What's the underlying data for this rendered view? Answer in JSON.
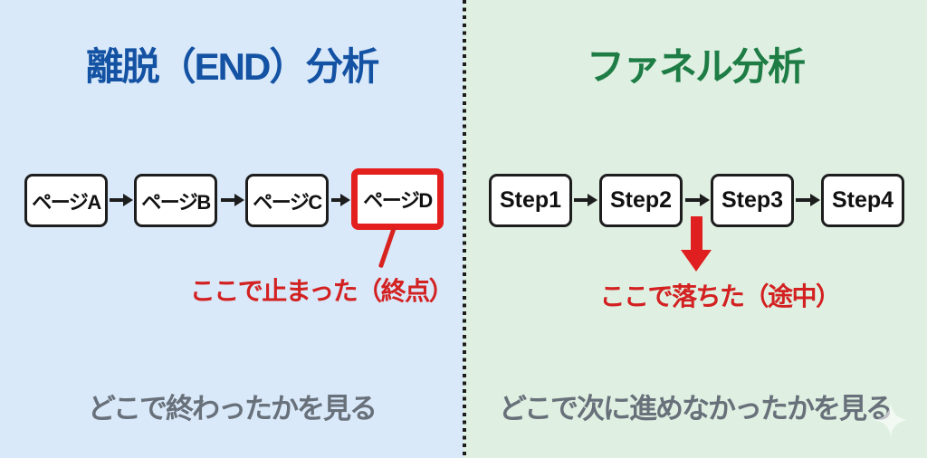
{
  "left_panel": {
    "title": "離脱（END）分析",
    "flow": [
      "ページA",
      "ページB",
      "ページC",
      "ページD"
    ],
    "highlighted_step": "ページD",
    "annotation": "ここで止まった（終点）",
    "caption": "どこで終わったかを見る"
  },
  "right_panel": {
    "title": "ファネル分析",
    "flow": [
      "Step1",
      "Step2",
      "Step3",
      "Step4"
    ],
    "drop_location": "between Step2 and Step3",
    "annotation": "ここで落ちた（途中）",
    "caption": "どこで次に進めなかったかを見る"
  },
  "colors": {
    "left_bg": "#d9e9fa",
    "right_bg": "#dff0e2",
    "left_title": "#1452a3",
    "right_title": "#1e7c45",
    "red_accent": "#e02020",
    "red_text": "#d32121",
    "highlight_border": "#e3201d",
    "box_border": "#1d1d1d",
    "caption_gray": "#68707a"
  },
  "icons": {
    "flow_arrow": "right-arrow",
    "drop_arrow": "down-arrow",
    "sparkle": "four-point-star"
  }
}
